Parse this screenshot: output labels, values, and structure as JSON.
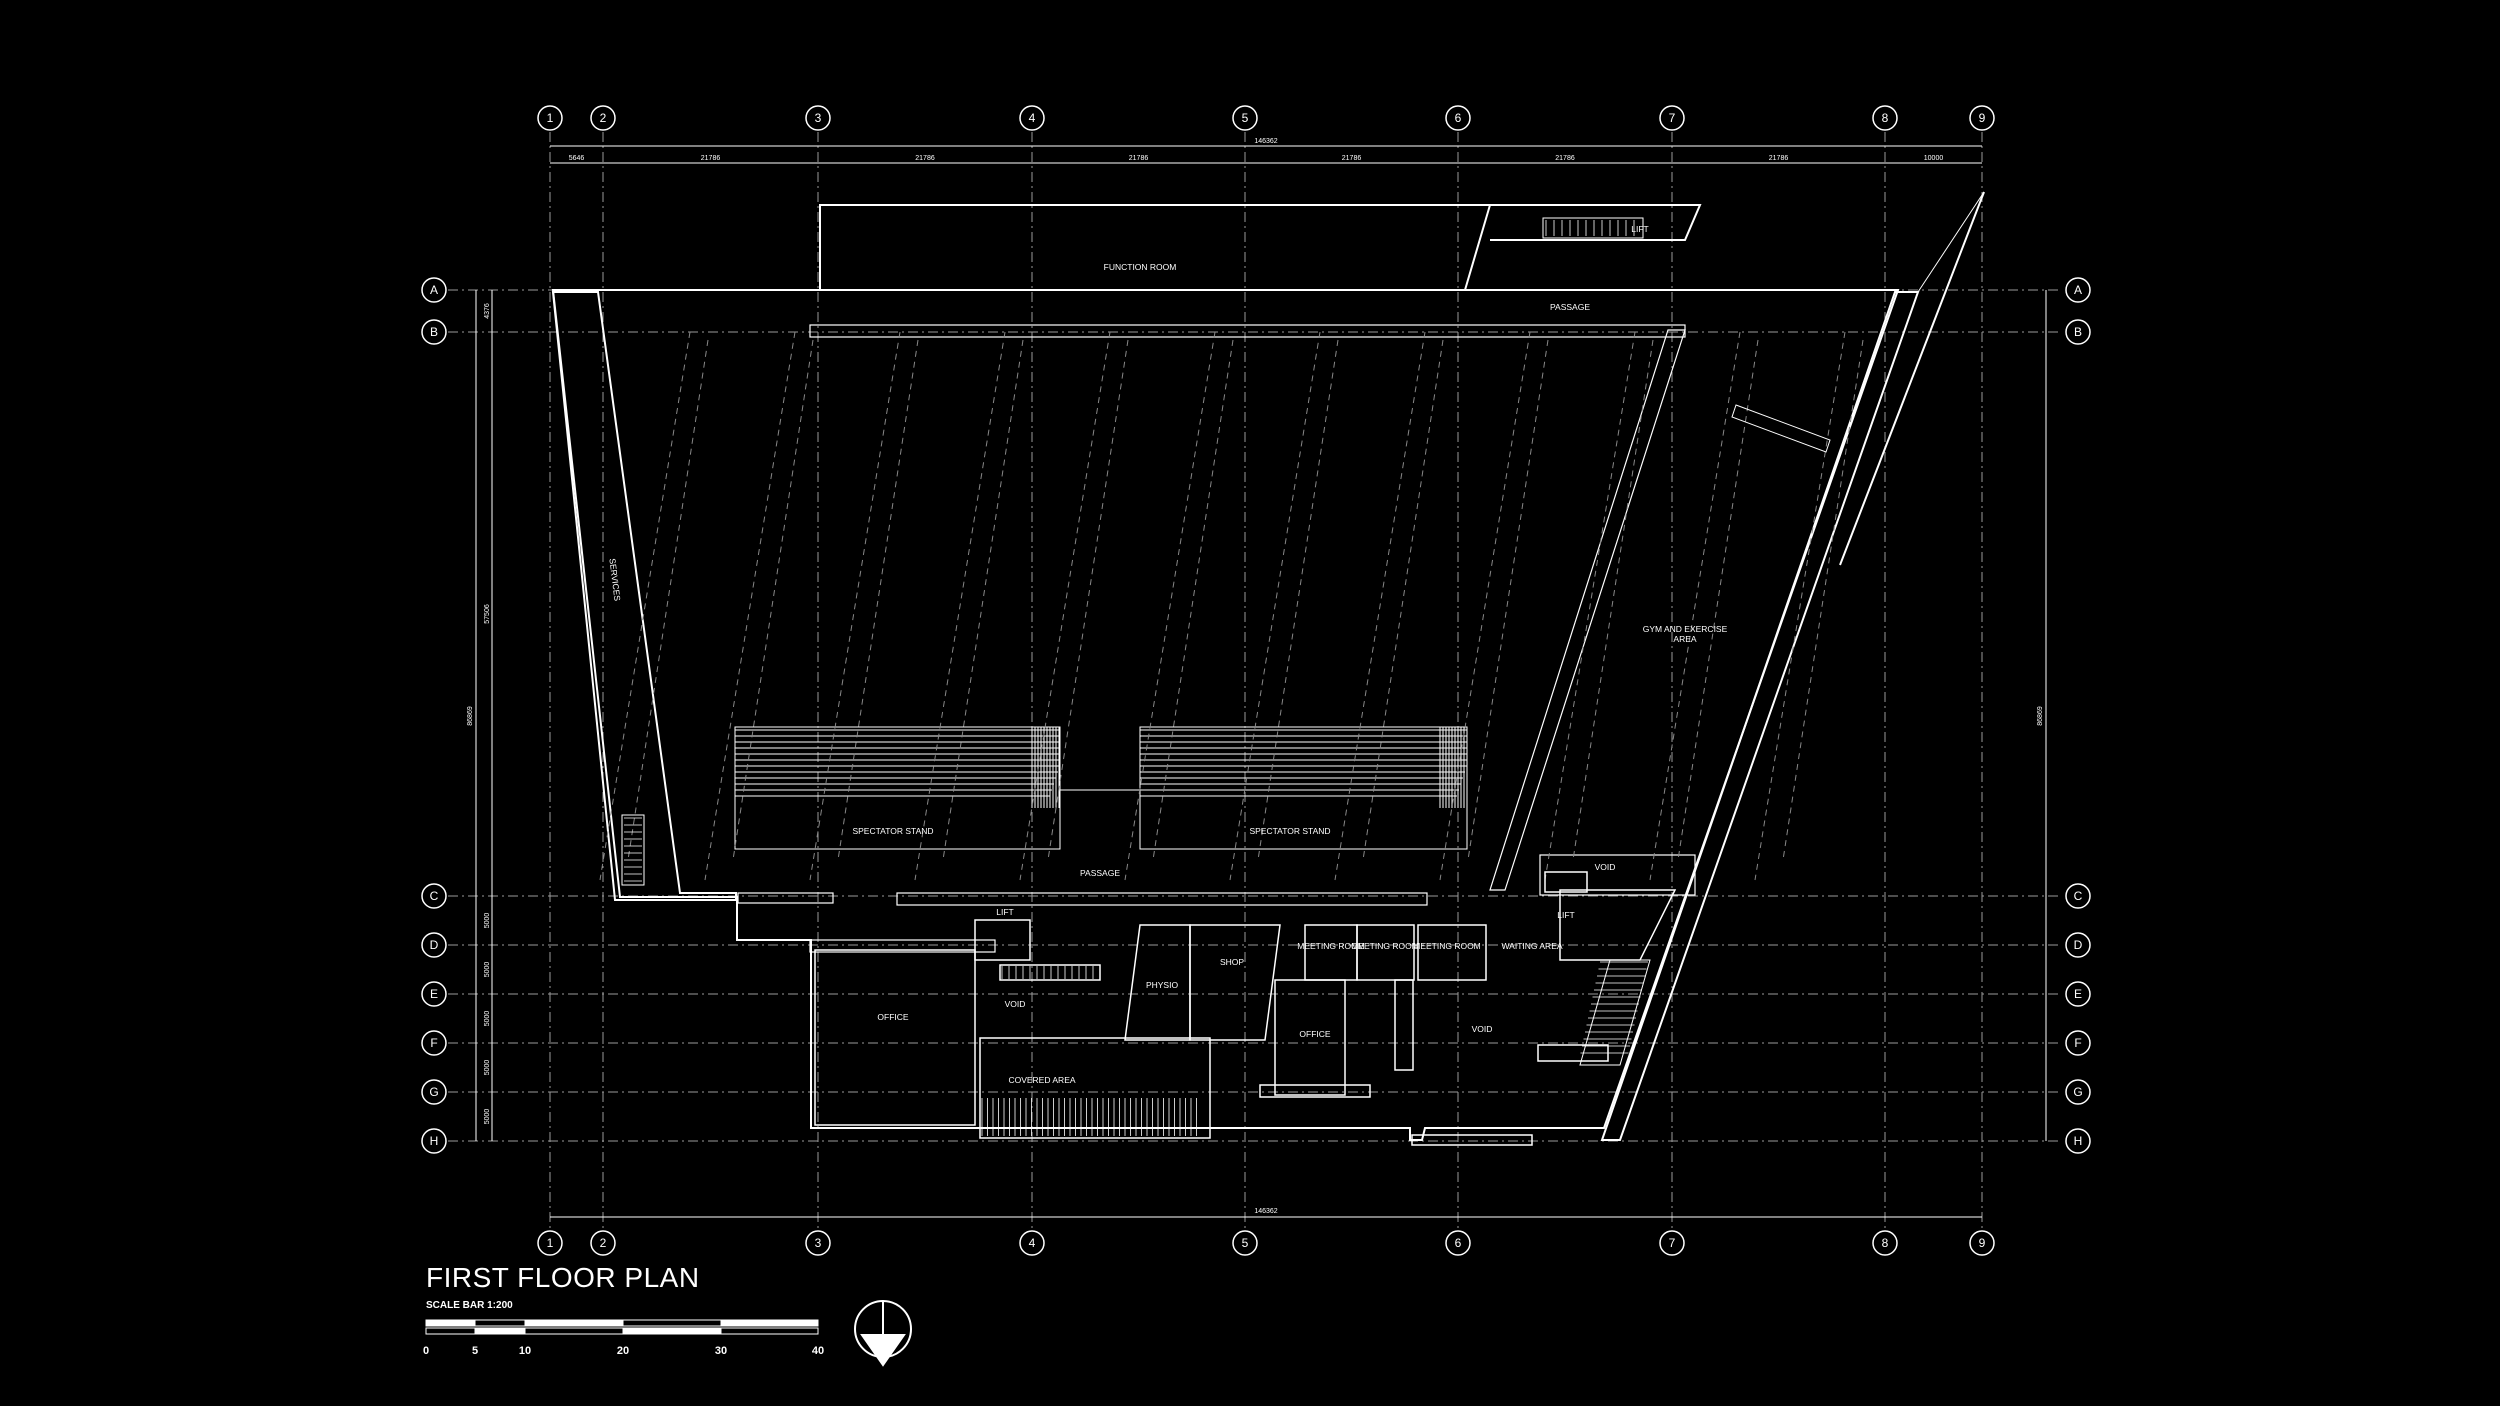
{
  "title": "FIRST FLOOR PLAN",
  "scale_bar_label": "SCALE BAR 1:200",
  "scale_ticks": [
    "0",
    "5",
    "10",
    "20",
    "30",
    "40"
  ],
  "grid_columns": [
    "1",
    "2",
    "3",
    "4",
    "5",
    "6",
    "7",
    "8",
    "9"
  ],
  "grid_rows": [
    "A",
    "B",
    "C",
    "D",
    "E",
    "F",
    "G",
    "H"
  ],
  "dimensions": {
    "overall": "146362",
    "column_spacing": [
      "5646",
      "21786",
      "21786",
      "21786",
      "21786",
      "21786",
      "21786",
      "10000"
    ],
    "row_spacing": [
      "4376",
      "57506",
      "5000",
      "5000",
      "5000",
      "5000",
      "5000"
    ],
    "overall_height": "86869"
  },
  "rooms": {
    "function_room": "FUNCTION ROOM",
    "passage_top": "PASSAGE",
    "lift_top": "LIFT",
    "services": "SERVICES",
    "gym": "GYM AND EXERCISE",
    "gym_area": "AREA",
    "stand_left": "SPECTATOR STAND",
    "stand_right": "SPECTATOR STAND",
    "passage_mid": "PASSAGE",
    "void_right": "VOID",
    "lift_right": "LIFT",
    "lift_left": "LIFT",
    "office_left": "OFFICE",
    "void_left": "VOID",
    "physio": "PHYSIO",
    "shop": "SHOP",
    "meeting_1": "MEETING ROOM",
    "meeting_2": "MEETING ROOM",
    "meeting_3": "MEETING ROOM",
    "waiting": "WAITING AREA",
    "office_mid": "OFFICE",
    "void_mid": "VOID",
    "covered": "COVERED AREA"
  },
  "colors": {
    "background": "#000000",
    "line": "#ffffff",
    "dashed": "#9a9a9a"
  }
}
